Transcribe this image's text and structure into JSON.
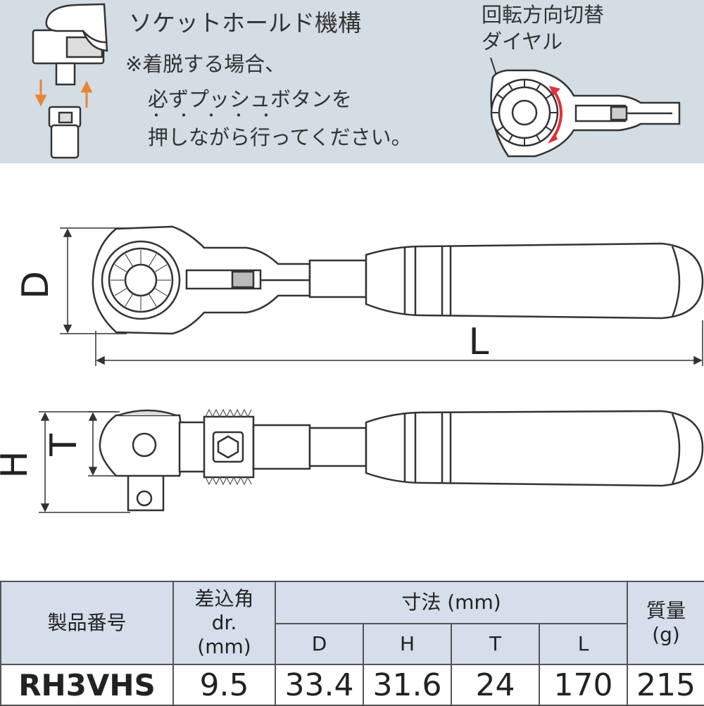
{
  "header": {
    "title": "ソケットホールド機構",
    "note_line1": "※着脱する場合、",
    "note_line2": "必ずプッシュボタンを",
    "emphasis_dots": "・・・・・",
    "note_line3": "押しながら行ってください。",
    "dial_label_line1": "回転方向切替",
    "dial_label_line2": "ダイヤル"
  },
  "diagram": {
    "dim_D": "D",
    "dim_L": "L",
    "dim_H": "H",
    "dim_T": "T"
  },
  "table": {
    "col_model": "製品番号",
    "col_drive_line1": "差込角",
    "col_drive_line2": "dr.",
    "col_drive_line3": "(mm)",
    "col_dimensions": "寸法 (mm)",
    "col_D": "D",
    "col_H": "H",
    "col_T": "T",
    "col_L": "L",
    "col_weight_line1": "質量",
    "col_weight_line2": "(g)",
    "row": {
      "model": "RH3VHS",
      "drive": "9.5",
      "D": "33.4",
      "H": "31.6",
      "T": "24",
      "L": "170",
      "weight": "215"
    }
  },
  "colors": {
    "header_band": "#d3dde3",
    "table_header": "#d6ddeb",
    "arrow_orange": "#e8853a",
    "dial_arrow_red": "#e0303a"
  }
}
